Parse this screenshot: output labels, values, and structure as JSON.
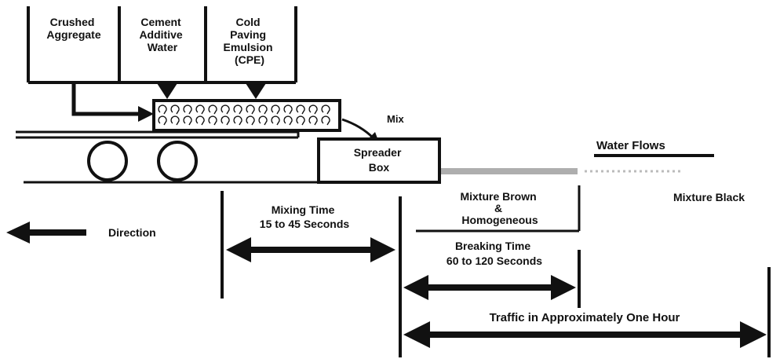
{
  "hoppers": {
    "aggregate": [
      "Crushed",
      "Aggregate"
    ],
    "cement": [
      "Cement",
      "Additive",
      "Water"
    ],
    "emulsion": [
      "Cold",
      "Paving",
      "Emulsion",
      "(CPE)"
    ]
  },
  "mix_label": "Mix",
  "spreader_box": [
    "Spreader",
    "Box"
  ],
  "water_flows": "Water Flows",
  "mixture_brown": [
    "Mixture Brown",
    "&",
    "Homogeneous"
  ],
  "mixture_black": "Mixture Black",
  "direction": "Direction",
  "mixing_time": [
    "Mixing Time",
    "15 to 45 Seconds"
  ],
  "breaking_time": [
    "Breaking Time",
    "60 to 120 Seconds"
  ],
  "traffic": "Traffic in Approximately One Hour",
  "colors": {
    "ink": "#111111",
    "background": "#ffffff",
    "shade": "#9a9a9a"
  }
}
